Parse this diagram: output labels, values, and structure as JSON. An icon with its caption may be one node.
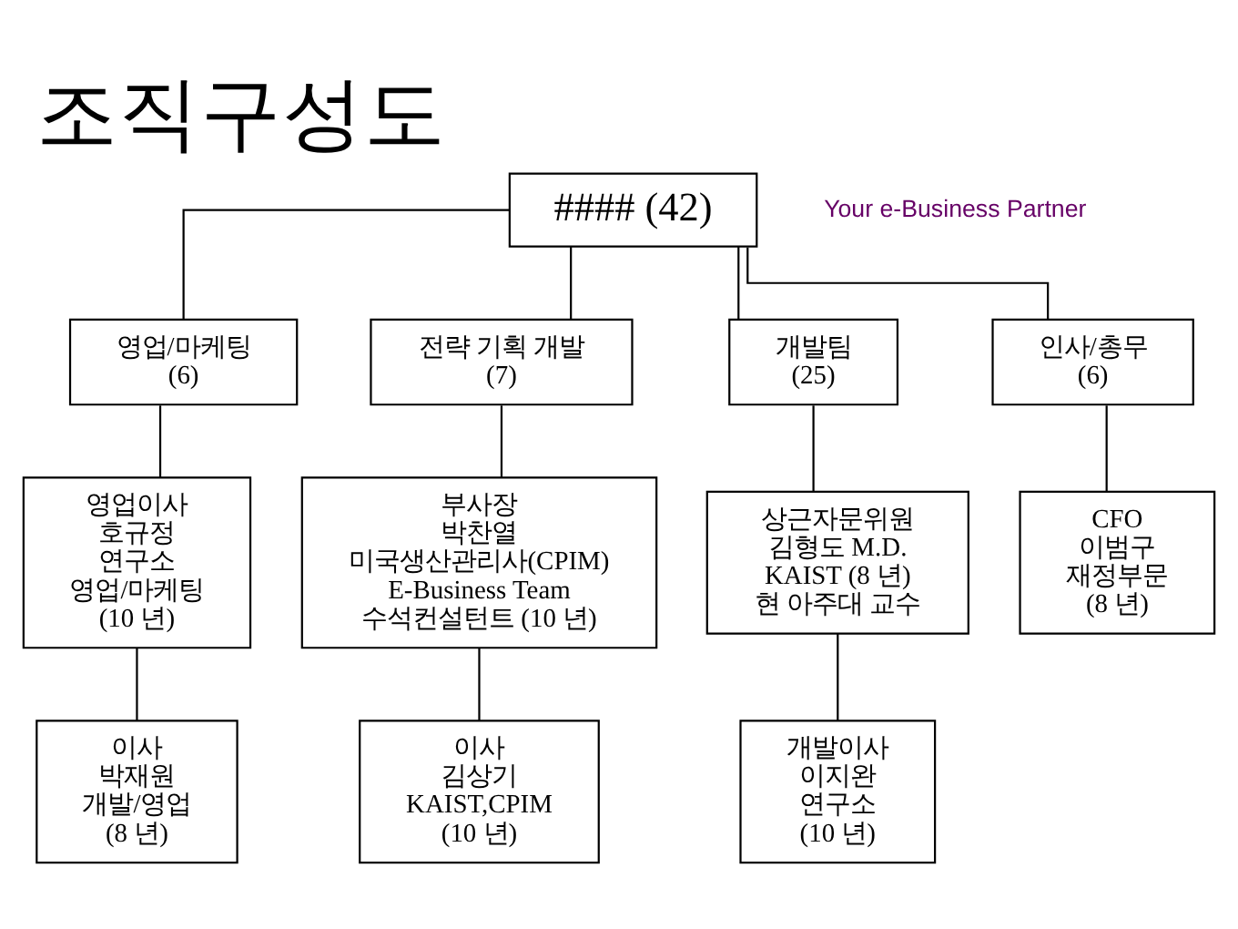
{
  "diagram": {
    "title": "조직구성도",
    "nodes": [
      {
        "text": [
          "#### (42)"
        ]
      },
      {
        "text": [
          "영업/마케팅",
          "(6)"
        ]
      },
      {
        "text": [
          "전략 기획 개발",
          "(7)"
        ]
      },
      {
        "text": [
          "개발팀",
          "(25)"
        ]
      },
      {
        "text": [
          "인사/총무",
          "(6)"
        ]
      },
      {
        "text": [
          "영업이사",
          "호규정",
          "연구소",
          "영업/마케팅",
          "(10 년)"
        ]
      },
      {
        "text": [
          "부사장",
          "박찬열",
          "미국생산관리사(CPIM)",
          "E-Business Team",
          "수석컨설턴트 (10 년)"
        ]
      },
      {
        "text": [
          "상근자문위원",
          "김형도 M.D.",
          "KAIST (8 년)",
          "현 아주대 교수"
        ]
      },
      {
        "text": [
          "CFO",
          "이범구",
          "재정부문",
          "(8 년)"
        ]
      },
      {
        "text": [
          "이사",
          "박재원",
          "개발/영업",
          "(8 년)"
        ]
      },
      {
        "text": [
          "이사",
          "김상기",
          "KAIST,CPIM",
          "(10 년)"
        ]
      },
      {
        "text": [
          "개발이사",
          "이지완",
          "연구소",
          "(10 년)"
        ]
      }
    ],
    "edges": [
      {
        "from": 0,
        "to": 1,
        "arrow": "none"
      },
      {
        "from": 0,
        "to": 2,
        "arrow": "none"
      },
      {
        "from": 0,
        "to": 3,
        "arrow": "none"
      },
      {
        "from": 0,
        "to": 4,
        "arrow": "none"
      },
      {
        "from": 1,
        "to": 5,
        "arrow": "none"
      },
      {
        "from": 2,
        "to": 6,
        "arrow": "none"
      },
      {
        "from": 3,
        "to": 7,
        "arrow": "none"
      },
      {
        "from": 4,
        "to": 8,
        "arrow": "none"
      },
      {
        "from": 5,
        "to": 9,
        "arrow": "none"
      },
      {
        "from": 6,
        "to": 10,
        "arrow": "none"
      },
      {
        "from": 7,
        "to": 11,
        "arrow": "none"
      }
    ],
    "labels": [
      "Your e-Business Partner"
    ]
  }
}
